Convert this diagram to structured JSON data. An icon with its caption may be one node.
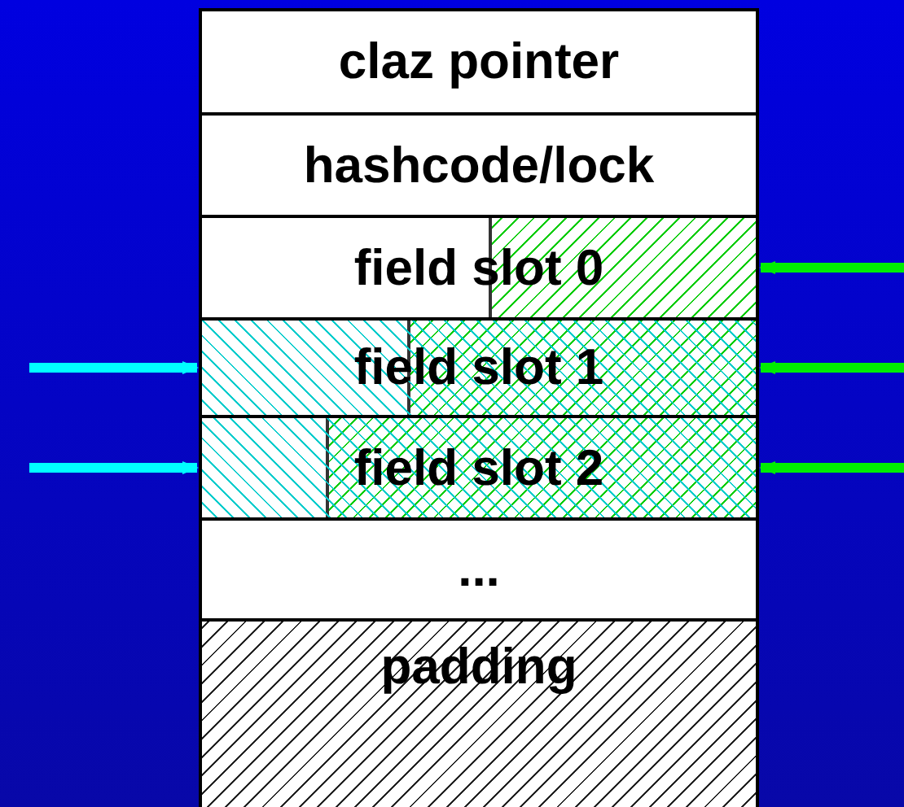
{
  "diagram": {
    "nodes": [
      {
        "text": [
          "claz pointer"
        ]
      },
      {
        "text": [
          "hashcode/lock"
        ]
      },
      {
        "text": [
          "field slot 0"
        ]
      },
      {
        "text": [
          "field slot 1"
        ]
      },
      {
        "text": [
          "field slot 2"
        ]
      },
      {
        "text": [
          "..."
        ]
      },
      {
        "text": [
          "padding"
        ]
      }
    ],
    "edges": [
      {
        "from": null,
        "to": 2,
        "arrow": "to"
      },
      {
        "from": null,
        "to": 3,
        "arrow": "to"
      },
      {
        "from": null,
        "to": 4,
        "arrow": "to"
      },
      {
        "from": null,
        "to": 3,
        "arrow": "to",
        "color": "#00ffff"
      },
      {
        "from": null,
        "to": 4,
        "arrow": "to",
        "color": "#00ffff"
      }
    ]
  }
}
